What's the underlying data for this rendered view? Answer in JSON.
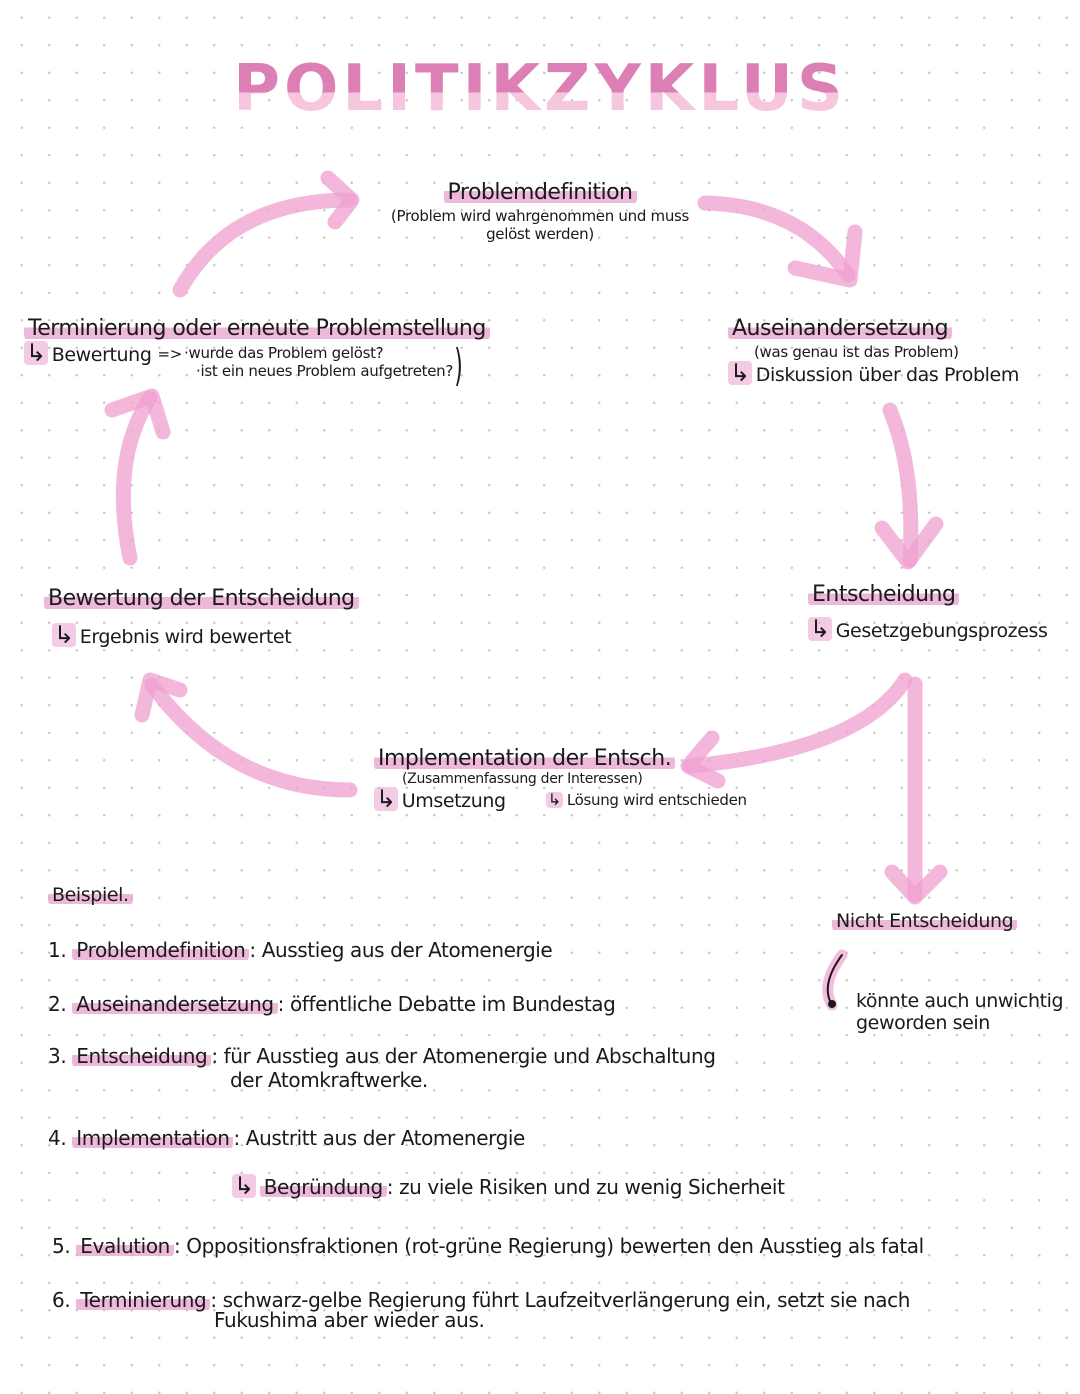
{
  "title": "POLITIKZYKLUS",
  "cycle": {
    "problemdefinition": {
      "heading": "Problemdefinition",
      "line1": "(Problem wird wahrgenommen und muss",
      "line2": "gelöst werden)"
    },
    "auseinandersetzung": {
      "heading": "Auseinandersetzung",
      "note": "(was genau ist das Problem)",
      "sub": "Diskussion über das Problem"
    },
    "entscheidung": {
      "heading": "Entscheidung",
      "sub": "Gesetzgebungsprozess"
    },
    "nicht_entscheidung": {
      "heading": "Nicht Entscheidung",
      "line1": "könnte auch unwichtig",
      "line2": "geworden sein"
    },
    "implementation": {
      "heading": "Implementation der Entsch.",
      "note": "(Zusammenfassung der Interessen)",
      "sub": "Umsetzung",
      "sub2": "Lösung wird entschieden"
    },
    "bewertung": {
      "heading": "Bewertung der Entscheidung",
      "sub": "Ergebnis wird bewertet"
    },
    "terminierung": {
      "heading": "Terminierung oder erneute Problemstellung",
      "sub": "Bewertung",
      "implies": "=>",
      "q1": "·wurde das Problem gelöst?",
      "q2": "·ist ein neues Problem aufgetreten?"
    },
    "arrow_glyph": "↳"
  },
  "beispiel": {
    "heading": "Beispiel.",
    "items": [
      {
        "num": "1.",
        "label": "Problemdefinition",
        "sep": ":",
        "text": "Ausstieg aus der Atomenergie"
      },
      {
        "num": "2.",
        "label": "Auseinandersetzung",
        "sep": ":",
        "text": "öffentliche Debatte im Bundestag"
      },
      {
        "num": "3.",
        "label": "Entscheidung",
        "sep": ":",
        "text": "für Ausstieg aus der Atomenergie und Abschaltung",
        "text2": "der Atomkraftwerke."
      },
      {
        "num": "4.",
        "label": "Implementation",
        "sep": ":",
        "text": "Austritt aus der Atomenergie",
        "sublabel": "Begründung",
        "subtext": "zu viele Risiken und zu wenig Sicherheit"
      },
      {
        "num": "5.",
        "label": "Evalution",
        "sep": ":",
        "text": "Oppositionsfraktionen (rot-grüne Regierung) bewerten den Ausstieg als fatal"
      },
      {
        "num": "6.",
        "label": "Terminierung",
        "sep": ":",
        "text": "schwarz-gelbe Regierung führt Laufzeitverlängerung ein, setzt sie nach",
        "text2": "Fukushima aber wieder aus."
      }
    ]
  },
  "colors": {
    "accent_pink": "#eeaad3",
    "arrow_pink": "#ef9fd0",
    "ink": "#1a1a1a"
  }
}
